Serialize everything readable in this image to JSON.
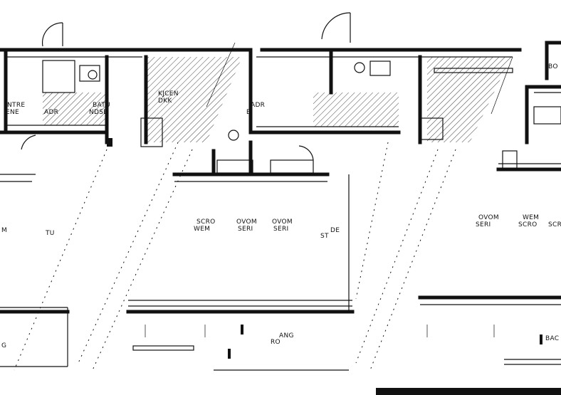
{
  "labels": {
    "entre_top": "NTRE",
    "entre_bottom": "ENE",
    "bad": "ADR",
    "batu": "BATU",
    "ndse": "NDSE",
    "kitchen_top": "KJCEN",
    "kitchen_bottom": "DKK",
    "bo": "BO",
    "bad_right": "ADR",
    "bad_right_b": "B",
    "skro_l1": "SCRO",
    "skro_l2": "WEM",
    "ovom_a1": "OVOM",
    "ovom_a2": "SERI",
    "ovom_b1": "OVOM",
    "ovom_b2": "SERI",
    "de": "DE",
    "st": "ST",
    "tu": "TU",
    "m": "M",
    "ovom_r1": "OVOM",
    "ovom_r2": "SERI",
    "vem_r1": "WEM",
    "vem_r2": "SCRO",
    "scr_r": "SCR",
    "g": "G",
    "bac": "BAC",
    "ang": "ANG",
    "ro": "RO"
  }
}
